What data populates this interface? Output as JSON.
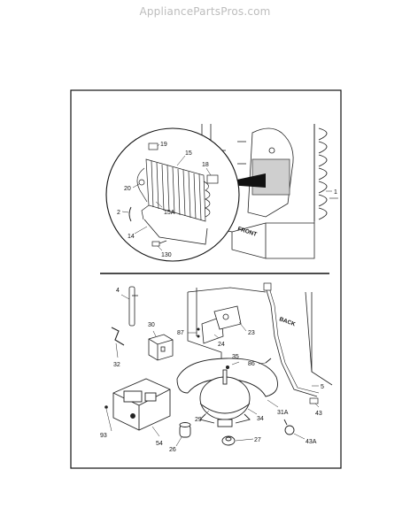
{
  "watermark": "AppliancePartsPros.com",
  "top_section": {
    "labels": {
      "p19": "19",
      "p15": "15",
      "p18": "18",
      "p20": "20",
      "p15A": "15A",
      "p2": "2",
      "p14": "14",
      "p130": "130",
      "p1": "1"
    },
    "word_front": "FRONT"
  },
  "bottom_section": {
    "labels": {
      "p4": "4",
      "p30": "30",
      "p32": "32",
      "p87": "87",
      "p24": "24",
      "p23": "23",
      "p35": "35",
      "p86": "86",
      "p5": "5",
      "p29": "29",
      "p34": "34",
      "p31A": "31A",
      "p43": "43",
      "p93": "93",
      "p54": "54",
      "p26": "26",
      "p27": "27",
      "p43A": "43A"
    },
    "word_back": "BACK"
  }
}
